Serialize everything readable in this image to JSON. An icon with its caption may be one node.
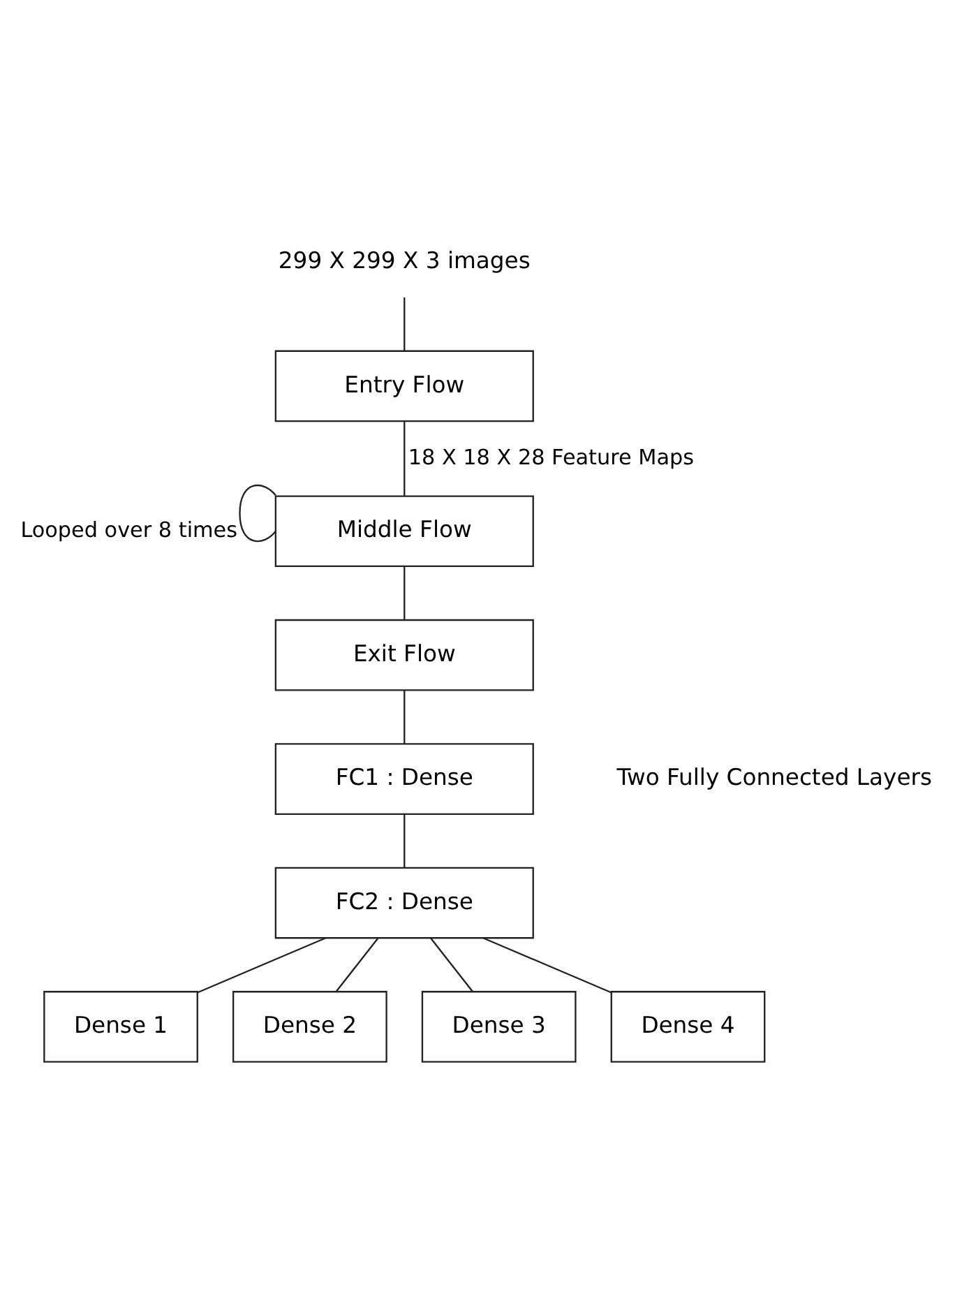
{
  "diagram": {
    "nodes": [
      {
        "text": [
          "299 X 299 X 3 images"
        ]
      },
      {
        "text": [
          "Entry Flow"
        ]
      },
      {
        "text": [
          "Middle Flow"
        ]
      },
      {
        "text": [
          "Exit Flow"
        ]
      },
      {
        "text": [
          "FC1 : Dense"
        ]
      },
      {
        "text": [
          "FC2 : Dense"
        ]
      },
      {
        "text": [
          "Dense 1"
        ]
      },
      {
        "text": [
          "Dense 2"
        ]
      },
      {
        "text": [
          "Dense 3"
        ]
      },
      {
        "text": [
          "Dense 4"
        ]
      }
    ],
    "edges": [
      {
        "from": 0,
        "to": 1,
        "arrow": "none"
      },
      {
        "from": 1,
        "to": 2,
        "arrow": "none",
        "label": "18 X 18 X 28 Feature Maps"
      },
      {
        "from": 2,
        "to": 2,
        "arrow": "none",
        "label": "Looped over 8 times"
      },
      {
        "from": 2,
        "to": 3,
        "arrow": "none"
      },
      {
        "from": 3,
        "to": 4,
        "arrow": "none"
      },
      {
        "from": 4,
        "to": 5,
        "arrow": "none"
      },
      {
        "from": 5,
        "to": 6,
        "arrow": "none"
      },
      {
        "from": 5,
        "to": 7,
        "arrow": "none"
      },
      {
        "from": 5,
        "to": 8,
        "arrow": "none"
      },
      {
        "from": 5,
        "to": 9,
        "arrow": "none"
      }
    ],
    "labels": [
      "Two Fully Connected Layers"
    ]
  }
}
